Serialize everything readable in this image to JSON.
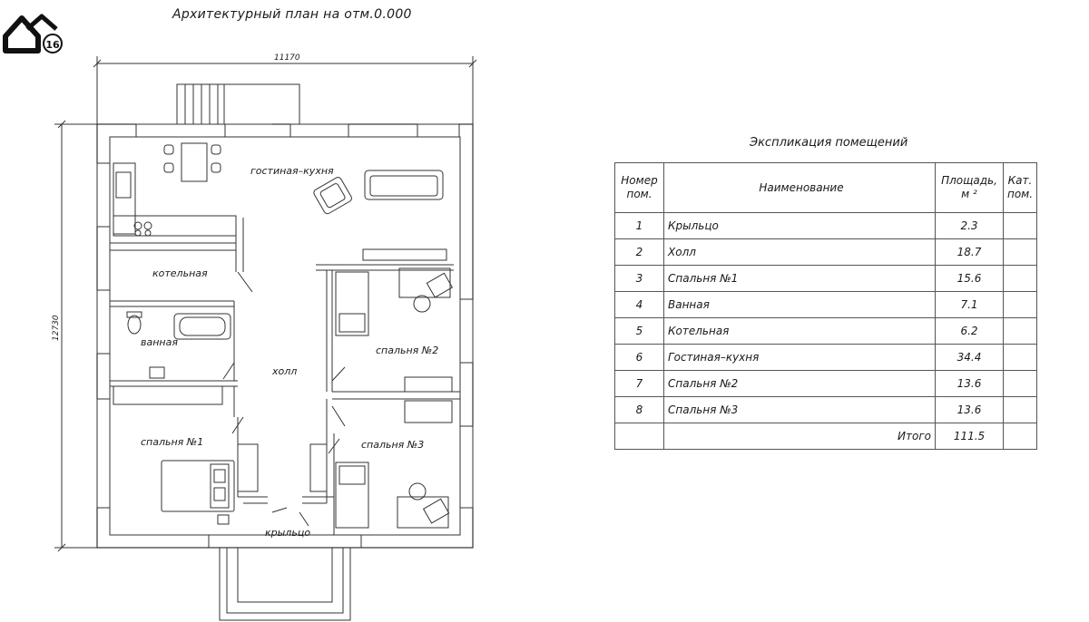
{
  "page_title": "Архитектурный план на отм.0.000",
  "logo_badge": "16",
  "plan": {
    "dim_width": "11170",
    "dim_height": "12730",
    "rooms": {
      "living_kitchen": "гостиная–кухня",
      "boiler": "котельная",
      "bath": "ванная",
      "hall": "холл",
      "bedroom1": "спальня №1",
      "bedroom2": "спальня №2",
      "bedroom3": "спальня №3",
      "porch": "крыльцо"
    }
  },
  "explication": {
    "title": "Экспликация помещений",
    "headers": {
      "num": "Номер пом.",
      "name": "Наименование",
      "area": "Площадь, м ²",
      "cat": "Кат. пом."
    },
    "rows": [
      {
        "num": "1",
        "name": "Крыльцо",
        "area": "2.3",
        "cat": ""
      },
      {
        "num": "2",
        "name": "Холл",
        "area": "18.7",
        "cat": ""
      },
      {
        "num": "3",
        "name": "Спальня №1",
        "area": "15.6",
        "cat": ""
      },
      {
        "num": "4",
        "name": "Ванная",
        "area": "7.1",
        "cat": ""
      },
      {
        "num": "5",
        "name": "Котельная",
        "area": "6.2",
        "cat": ""
      },
      {
        "num": "6",
        "name": "Гостиная–кухня",
        "area": "34.4",
        "cat": ""
      },
      {
        "num": "7",
        "name": "Спальня №2",
        "area": "13.6",
        "cat": ""
      },
      {
        "num": "8",
        "name": "Спальня №3",
        "area": "13.6",
        "cat": ""
      }
    ],
    "total_label": "Итого",
    "total_value": "111.5"
  }
}
